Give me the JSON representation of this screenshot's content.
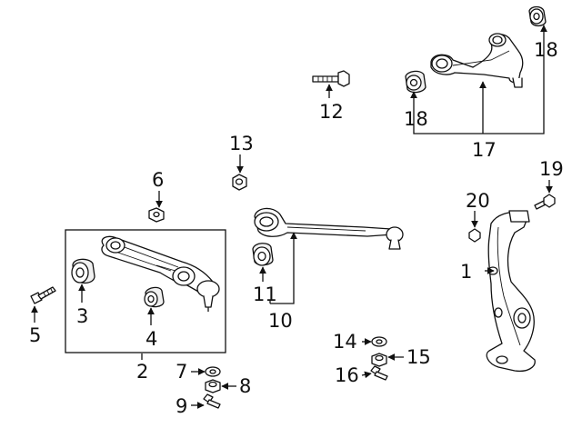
{
  "callouts": {
    "c1": "1",
    "c2": "2",
    "c3": "3",
    "c4": "4",
    "c5": "5",
    "c6": "6",
    "c7": "7",
    "c8": "8",
    "c9": "9",
    "c10": "10",
    "c11": "11",
    "c12": "12",
    "c13": "13",
    "c14": "14",
    "c15": "15",
    "c16": "16",
    "c17": "17",
    "c18a": "18",
    "c18b": "18",
    "c19": "19",
    "c20": "20"
  },
  "colors": {
    "line": "#111111",
    "background": "#ffffff"
  }
}
